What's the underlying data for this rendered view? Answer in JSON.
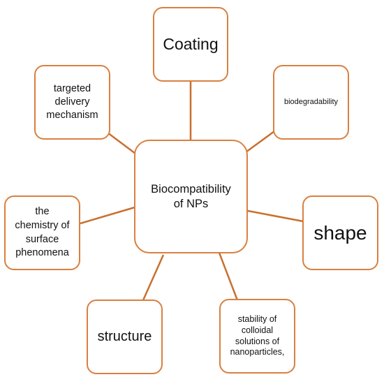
{
  "diagram": {
    "center": {
      "label": "Biocompatibility\nof NPs"
    },
    "nodes": {
      "coating": {
        "label": "Coating"
      },
      "biodegradability": {
        "label": "biodegradability"
      },
      "shape": {
        "label": "shape"
      },
      "stability": {
        "label": "stability of\ncolloidal\nsolutions of\nnanoparticles,"
      },
      "structure": {
        "label": "structure"
      },
      "chemistry": {
        "label": "the\nchemistry of\nsurface\nphenomena"
      },
      "targeted": {
        "label": "targeted\ndelivery\nmechanism"
      }
    },
    "colors": {
      "stroke": "#D98040",
      "connector": "#C8702E",
      "text": "#111111",
      "background": "#ffffff"
    }
  }
}
